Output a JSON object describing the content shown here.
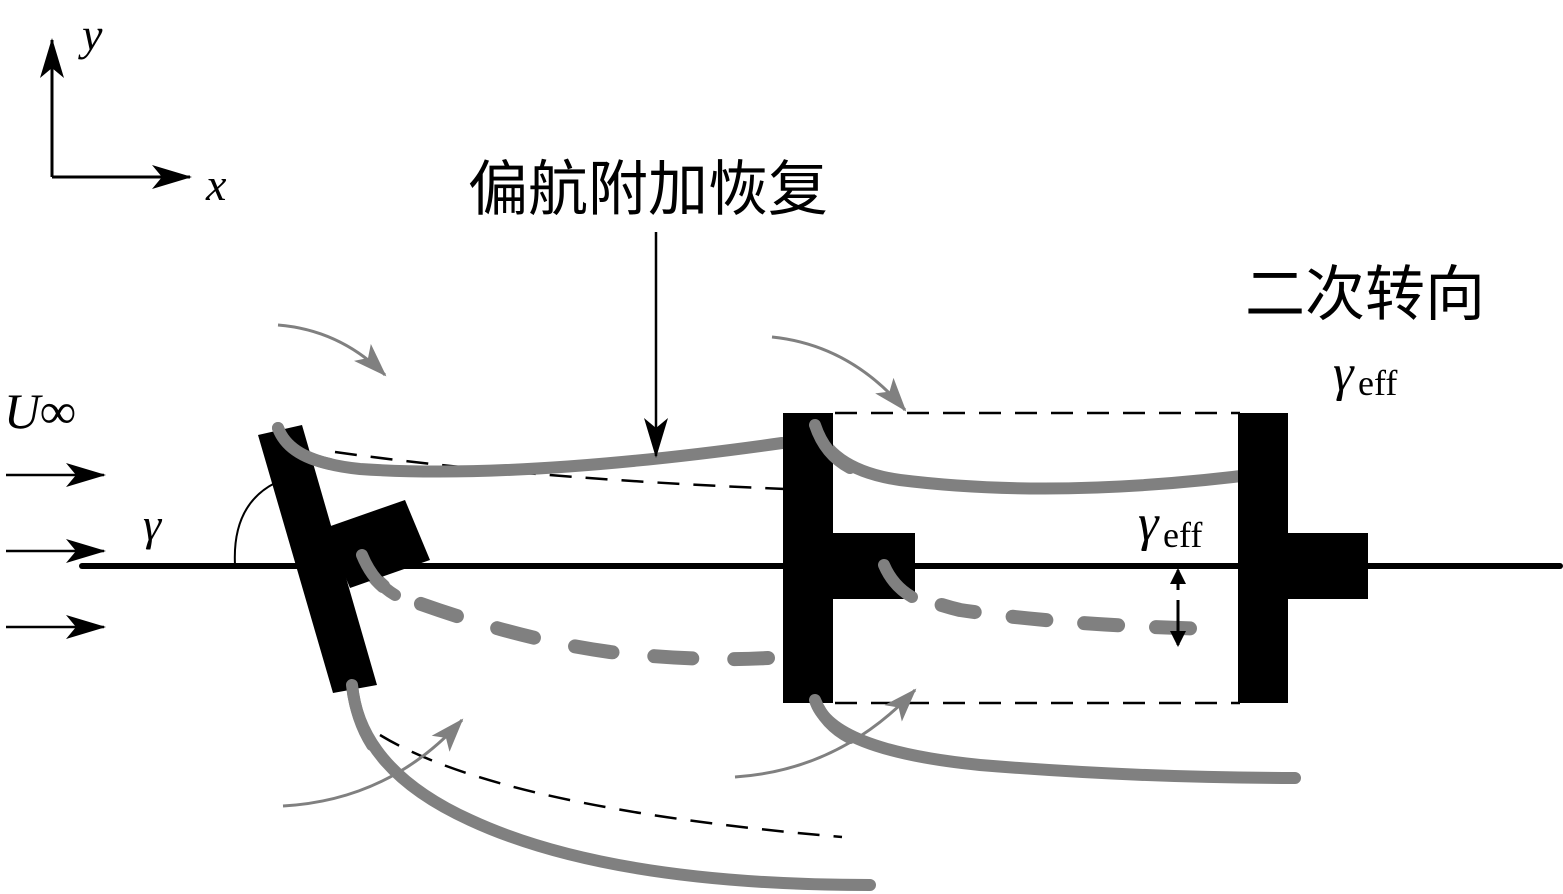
{
  "axes": {
    "x_label": "x",
    "y_label": "y"
  },
  "labels": {
    "freestream": "U∞",
    "yaw_angle": "γ",
    "wake_recovery": "偏航附加恢复",
    "secondary_steering": "二次转向",
    "gamma_symbol": "γ",
    "eff_subscript": "eff"
  },
  "colors": {
    "turbine": "#000000",
    "wake": "#808080",
    "axis": "#000000"
  }
}
